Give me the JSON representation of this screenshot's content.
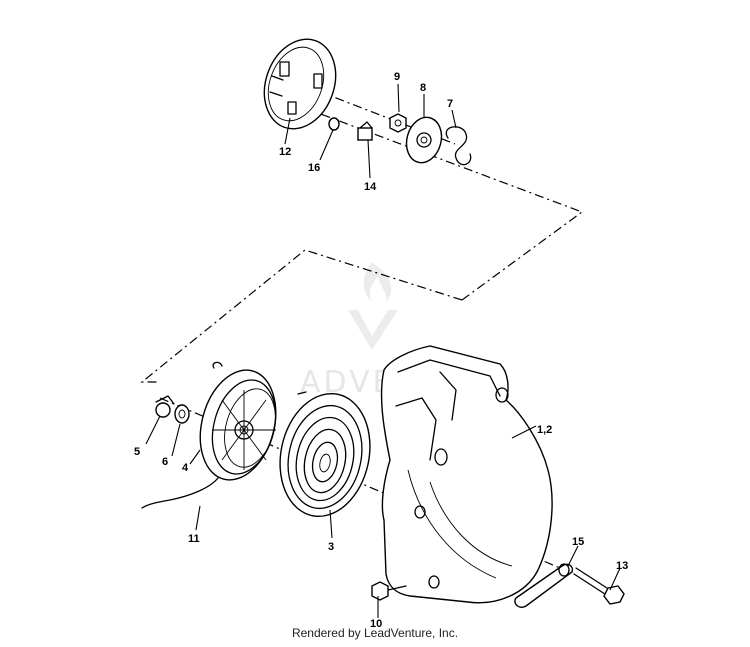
{
  "diagram": {
    "callouts": {
      "c12": "12",
      "c16": "16",
      "c14": "14",
      "c9": "9",
      "c8": "8",
      "c7": "7",
      "c5": "5",
      "c6": "6",
      "c4": "4",
      "c11": "11",
      "c3": "3",
      "c12b": "1,2",
      "c15": "15",
      "c13": "13",
      "c10": "10"
    },
    "watermark": "ADVENTURE",
    "footer": "Rendered by LeadVenture, Inc."
  }
}
